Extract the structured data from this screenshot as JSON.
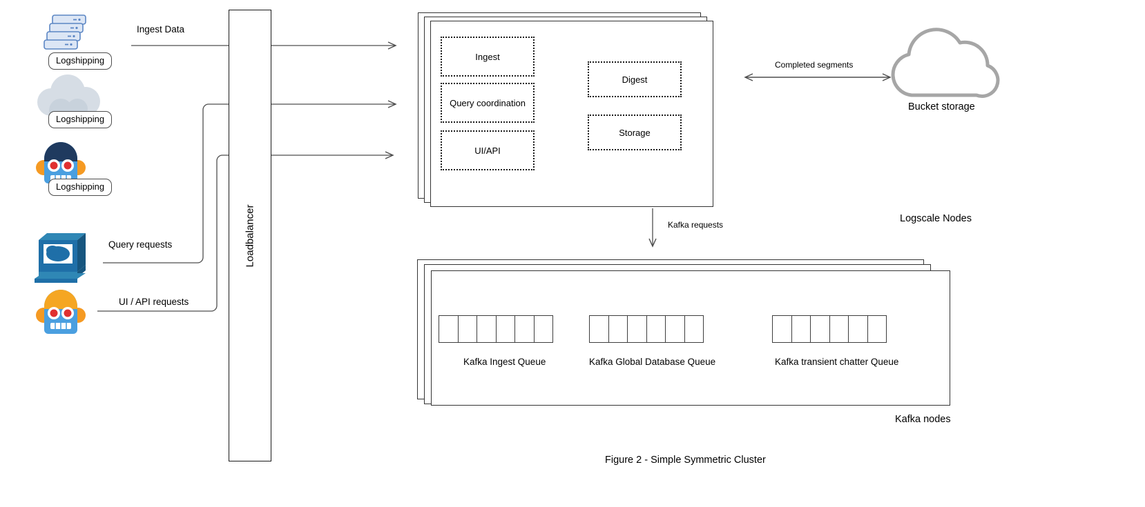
{
  "figure": {
    "caption": "Figure 2 - Simple Symmetric Cluster"
  },
  "sources": [
    {
      "icon": "server-stack-icon",
      "label": "Logshipping"
    },
    {
      "icon": "cloud-icon",
      "label": "Logshipping"
    },
    {
      "icon": "robot-icon",
      "label": "Logshipping"
    },
    {
      "icon": "workstation-icon",
      "label": ""
    },
    {
      "icon": "robot-icon",
      "label": ""
    }
  ],
  "flows": {
    "ingest_data": "Ingest Data",
    "query_requests": "Query requests",
    "ui_api_requests": "UI / API requests",
    "completed_segments": "Completed segments",
    "kafka_requests": "Kafka requests"
  },
  "loadbalancer": {
    "label": "Loadbalancer"
  },
  "logscale": {
    "group_label": "Logscale Nodes",
    "stack_count": 3,
    "services_left": [
      {
        "label": "Ingest"
      },
      {
        "label": "Query coordination"
      },
      {
        "label": "UI/API"
      }
    ],
    "services_right": [
      {
        "label": "Digest"
      },
      {
        "label": "Storage"
      }
    ]
  },
  "bucket": {
    "label": "Bucket storage",
    "icon": "cloud-icon"
  },
  "kafka": {
    "group_label": "Kafka nodes",
    "stack_count": 3,
    "queues": [
      {
        "label": "Kafka Ingest Queue",
        "cells": 6
      },
      {
        "label": "Kafka Global Database Queue",
        "cells": 6
      },
      {
        "label": "Kafka transient chatter Queue",
        "cells": 6
      }
    ]
  },
  "colors": {
    "line": "#4d4d4d",
    "card_border": "#333333",
    "cloud_gray": "#a6a6a6",
    "server_blue": "#7a9fd4",
    "icon_blue": "#1f6fa8",
    "robot_blue": "#4a9fe0"
  }
}
